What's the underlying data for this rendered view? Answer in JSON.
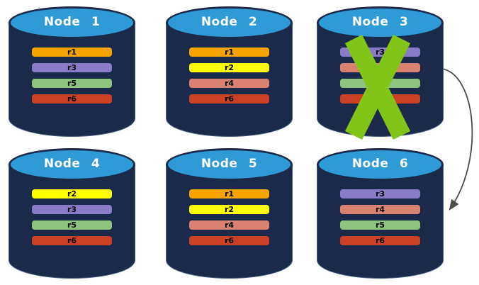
{
  "diagram": {
    "description_colors": {
      "cylinder_body": "#1B2A4A",
      "cylinder_top": "#2F9BD6",
      "title_text": "#FFFFFF",
      "replica_label_text": "#000000",
      "failure_x": "#82C519",
      "arrow": "#4D4D4D",
      "background": "#FFFFFF"
    },
    "arrow": {
      "from": "Node 3",
      "to": "Node 6"
    },
    "nodes": [
      {
        "label": "Node 1",
        "failed": false,
        "replicas": [
          {
            "label": "r1",
            "color": "#F7A400"
          },
          {
            "label": "r3",
            "color": "#8A7BC8"
          },
          {
            "label": "r5",
            "color": "#8CC47D"
          },
          {
            "label": "r6",
            "color": "#CC4125"
          }
        ]
      },
      {
        "label": "Node 2",
        "failed": false,
        "replicas": [
          {
            "label": "r1",
            "color": "#F7A400"
          },
          {
            "label": "r2",
            "color": "#FFFF00"
          },
          {
            "label": "r4",
            "color": "#D98270"
          },
          {
            "label": "r6",
            "color": "#CC4125"
          }
        ]
      },
      {
        "label": "Node 3",
        "failed": true,
        "replicas": [
          {
            "label": "r3",
            "color": "#8A7BC8"
          },
          {
            "label": "",
            "color": "#D98270"
          },
          {
            "label": "",
            "color": "#8CC47D"
          },
          {
            "label": "",
            "color": "#CC4125"
          }
        ]
      },
      {
        "label": "Node 4",
        "failed": false,
        "replicas": [
          {
            "label": "r2",
            "color": "#FFFF00"
          },
          {
            "label": "r3",
            "color": "#8A7BC8"
          },
          {
            "label": "r5",
            "color": "#8CC47D"
          },
          {
            "label": "r6",
            "color": "#CC4125"
          }
        ]
      },
      {
        "label": "Node 5",
        "failed": false,
        "replicas": [
          {
            "label": "r1",
            "color": "#F7A400"
          },
          {
            "label": "r2",
            "color": "#FFFF00"
          },
          {
            "label": "r4",
            "color": "#D98270"
          },
          {
            "label": "r6",
            "color": "#CC4125"
          }
        ]
      },
      {
        "label": "Node 6",
        "failed": false,
        "replicas": [
          {
            "label": "r3",
            "color": "#8A7BC8"
          },
          {
            "label": "r4",
            "color": "#D98270"
          },
          {
            "label": "r5",
            "color": "#8CC47D"
          },
          {
            "label": "r6",
            "color": "#CC4125"
          }
        ]
      }
    ]
  }
}
